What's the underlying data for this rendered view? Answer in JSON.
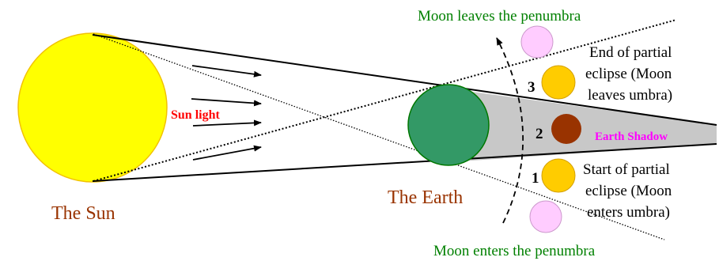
{
  "labels": {
    "sun_name": "The Sun",
    "earth_name": "The Earth",
    "sun_light": "Sun light",
    "earth_shadow": "Earth Shadow",
    "moon_leaves_penumbra": "Moon leaves the penumbra",
    "moon_enters_penumbra": "Moon enters the penumbra",
    "end_partial": [
      "End of partial",
      "eclipse (Moon",
      "leaves umbra)"
    ],
    "start_partial": [
      "Start of partial",
      "eclipse (Moon",
      "enters umbra)"
    ],
    "moon_numbers": [
      "1",
      "2",
      "3"
    ]
  },
  "colors": {
    "sun_fill": "#ffff00",
    "sun_outline": "#f2c200",
    "earth_fill": "#339966",
    "earth_outline": "#007700",
    "umbra_fill": "#c8c8c8",
    "moon_partial": "#ffcc00",
    "moon_total": "#993300",
    "moon_penumbra": "#ffccff",
    "name_text": "#993300",
    "sun_light_text": "#ff0000",
    "earth_shadow_text": "#ff00ff",
    "penumbra_text": "#008000"
  }
}
